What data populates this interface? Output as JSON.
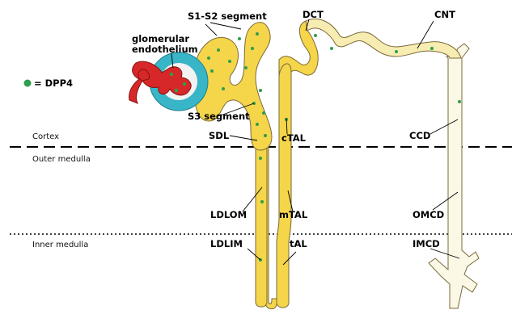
{
  "colors": {
    "tubule_yellow": "#f5d54a",
    "tubule_pale": "#f7edb2",
    "duct_cream": "#fbf8e6",
    "outline": "#7a6a3a",
    "capsule": "#39b5c8",
    "glomerulus_red": "#d62828",
    "dpp4_dot": "#2e9e4a",
    "divider": "#000000"
  },
  "legend": {
    "marker": "●",
    "text": "= DPP4"
  },
  "zones": [
    "Cortex",
    "Outer medulla",
    "Inner medulla"
  ],
  "labels": {
    "glomerular": "glomerular",
    "endothelium": "endothelium",
    "s1s2": "S1-S2 segment",
    "s3": "S3 segment",
    "dct": "DCT",
    "cnt": "CNT",
    "sdl": "SDL",
    "ctal": "cTAL",
    "ccd": "CCD",
    "ldlom": "LDLOM",
    "mtal": "mTAL",
    "omcd": "OMCD",
    "ldlim": "LDLIM",
    "tal": "tAL",
    "imcd": "IMCD"
  }
}
